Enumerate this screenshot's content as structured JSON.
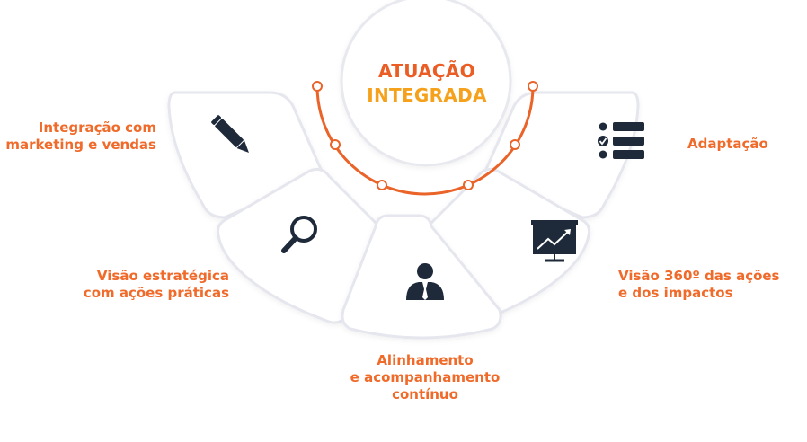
{
  "title": {
    "line1": "ATUAÇÃO",
    "line2": "INTEGRADA"
  },
  "items": [
    {
      "lines": [
        "Integração com",
        "marketing e vendas"
      ],
      "icon": "pencil-icon"
    },
    {
      "lines": [
        "Visão estratégica",
        "com ações práticas"
      ],
      "icon": "magnifier-icon"
    },
    {
      "lines": [
        "Alinhamento",
        "e acompanhamento",
        "contínuo"
      ],
      "icon": "businessman-icon"
    },
    {
      "lines": [
        "Visão 360º das ações",
        "e dos impactos"
      ],
      "icon": "presentation-chart-icon"
    },
    {
      "lines": [
        "Adaptação"
      ],
      "icon": "checklist-icon"
    }
  ],
  "colors": {
    "accent": "#f06a2a",
    "title_top": "#ea5e26",
    "title_bottom": "#f5a11c",
    "icon": "#1e2a3a",
    "card": "#ffffff",
    "card_border": "#e6e7ee"
  }
}
